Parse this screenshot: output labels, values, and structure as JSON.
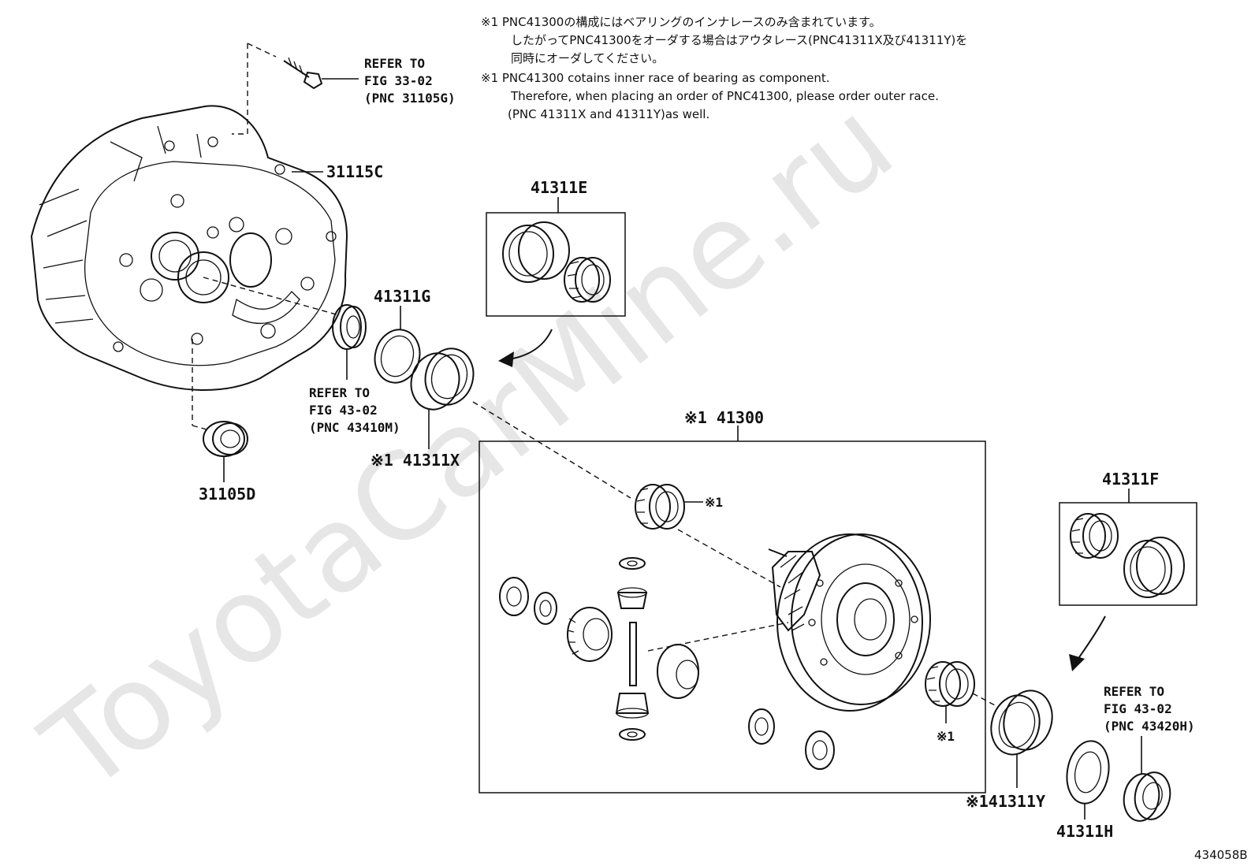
{
  "notes": {
    "jp_line1": "※1 PNC41300の構成にはベアリングのインナレースのみ含まれています。",
    "jp_line2": "したがってPNC41300をオーダする場合はアウタレース(PNC41311X及び41311Y)を",
    "jp_line3": "同時にオーダしてください。",
    "en_line1": "※1 PNC41300 cotains inner race of bearing as component.",
    "en_line2": "Therefore, when placing an order of PNC41300, please order outer race.",
    "en_line3": "(PNC 41311X and 41311Y)as well."
  },
  "refs": {
    "bolt": {
      "l1": "REFER TO",
      "l2": "FIG 33-02",
      "l3": "(PNC 31105G)"
    },
    "seal_left": {
      "l1": "REFER TO",
      "l2": "FIG 43-02",
      "l3": "(PNC 43410M)"
    },
    "seal_right": {
      "l1": "REFER TO",
      "l2": "FIG 43-02",
      "l3": "(PNC 43420H)"
    }
  },
  "labels": {
    "case": "31115C",
    "bearing_small": "31105D",
    "shim": "41311G",
    "outer_race_x": "※1 41311X",
    "kit_e": "41311E",
    "diff_assy": "※1 41300",
    "inner_mark_top": "※1",
    "inner_mark_bottom": "※1",
    "kit_f": "41311F",
    "outer_race_y": "※141311Y",
    "shim_h": "41311H"
  },
  "watermark": "ToyotaCarMine.ru",
  "figure_code": "434058B"
}
